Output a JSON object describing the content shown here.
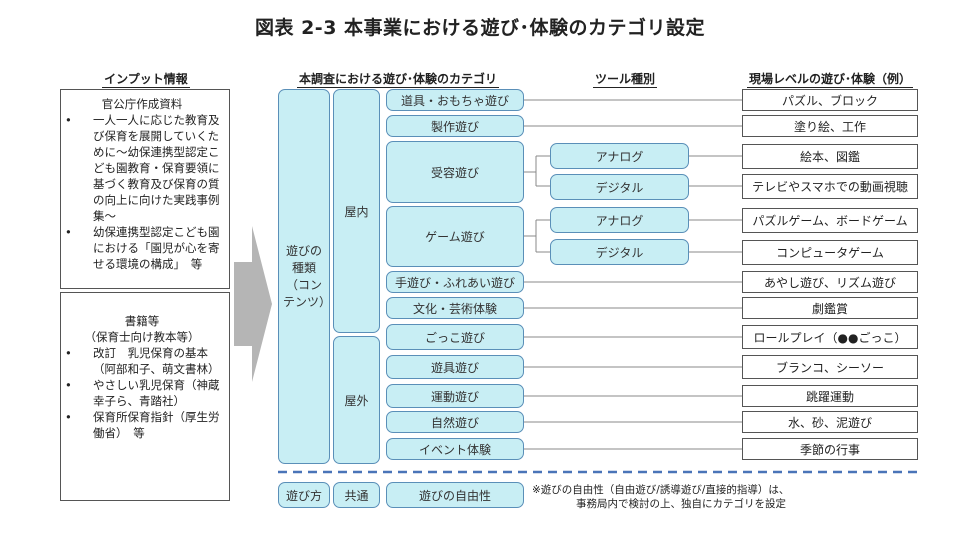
{
  "title": "図表 2-3 本事業における遊び･体験のカテゴリ設定",
  "headers": {
    "input": "インプット情報",
    "category": "本調査における遊び･体験のカテゴリ",
    "tool": "ツール種別",
    "examples": "現場レベルの遊び･体験（例）"
  },
  "input_gov": {
    "heading": "官公庁作成資料",
    "items": [
      "一人一人に応じた教育及び保育を展開していくために～幼保連携型認定こども園教育・保育要領に基づく教育及び保育の質の向上に向けた実践事例集～",
      "幼保連携型認定こども園における「園児が心を寄せる環境の構成」　等"
    ]
  },
  "input_books": {
    "heading_1": "書籍等",
    "heading_2": "（保育士向け教本等）",
    "items": [
      "改訂　乳児保育の基本（阿部和子、萌文書林）",
      "やさしい乳児保育（神蔵幸子ら、青踏社）",
      "保育所保育指針（厚生労働省）　等"
    ]
  },
  "category_root": "遊びの種類（コンテンツ）",
  "indoor": "屋内",
  "outdoor": "屋外",
  "categories": [
    "道具・おもちゃ遊び",
    "製作遊び",
    "受容遊び",
    "ゲーム遊び",
    "手遊び・ふれあい遊び",
    "文化・芸術体験",
    "ごっこ遊び",
    "遊具遊び",
    "運動遊び",
    "自然遊び",
    "イベント体験"
  ],
  "tools": [
    "アナログ",
    "デジタル",
    "アナログ",
    "デジタル"
  ],
  "examples": [
    "パズル、ブロック",
    "塗り絵、工作",
    "絵本、図鑑",
    "テレビやスマホでの動画視聴",
    "パズルゲーム、ボードゲーム",
    "コンピュータゲーム",
    "あやし遊び、リズム遊び",
    "劇鑑賞",
    "ロールプレイ（●●ごっこ）",
    "ブランコ、シーソー",
    "跳躍運動",
    "水、砂、泥遊び",
    "季節の行事"
  ],
  "bottom": {
    "how": "遊び方",
    "common": "共通",
    "freedom": "遊びの自由性",
    "note_line1": "※遊びの自由性（自由遊び/誘導遊び/直接的指導）は、",
    "note_line2": "事務局内で検討の上、独自にカテゴリを設定"
  },
  "colors": {
    "cyan_fill": "#c8eef4",
    "cyan_border": "#5a8fb8",
    "dash_line": "#4a74b8",
    "arrow": "#b5b5b5"
  }
}
